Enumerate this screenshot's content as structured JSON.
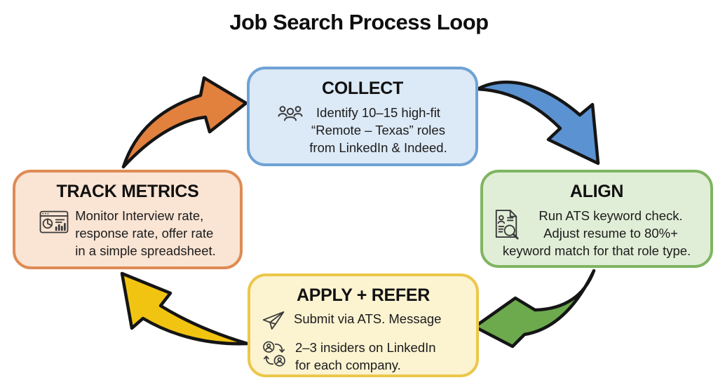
{
  "title": "Job Search Process Loop",
  "outline_color": "#151515",
  "nodes": {
    "collect": {
      "title": "COLLECT",
      "icon": "people-group-icon",
      "lines": [
        "Identify 10–15 high-fit",
        "“Remote – Texas” roles",
        "from LinkedIn & Indeed."
      ],
      "bg": "#DCE9F6",
      "border": "#6FA2D6"
    },
    "align": {
      "title": "ALIGN",
      "icon": "resume-search-icon",
      "lines": [
        "Run ATS keyword check.",
        "Adjust resume to 80%+",
        "keyword match for that role type."
      ],
      "bg": "#E1EED7",
      "border": "#7FB561"
    },
    "apply": {
      "title": "APPLY + REFER",
      "items": [
        {
          "icon": "paper-plane-icon",
          "lines": [
            "Submit via ATS. Message"
          ]
        },
        {
          "icon": "referral-icon",
          "lines": [
            "2–3 insiders on LinkedIn",
            "for each company."
          ]
        }
      ],
      "bg": "#FCF3D1",
      "border": "#ECC74B"
    },
    "track": {
      "title": "TRACK METRICS",
      "icon": "dashboard-icon",
      "lines": [
        "Monitor Interview rate,",
        "response rate, offer rate",
        "in a simple spreadsheet."
      ],
      "bg": "#FAE4D3",
      "border": "#DE8B54"
    }
  },
  "arrows": {
    "track_to_collect": {
      "name": "track-to-collect-arrow",
      "color": "#E2813E"
    },
    "collect_to_align": {
      "name": "collect-to-align-arrow",
      "color": "#5B92D1"
    },
    "align_to_apply": {
      "name": "align-to-apply-arrow",
      "color": "#6CAA4D"
    },
    "apply_to_track": {
      "name": "apply-to-track-arrow",
      "color": "#F2C412"
    }
  }
}
